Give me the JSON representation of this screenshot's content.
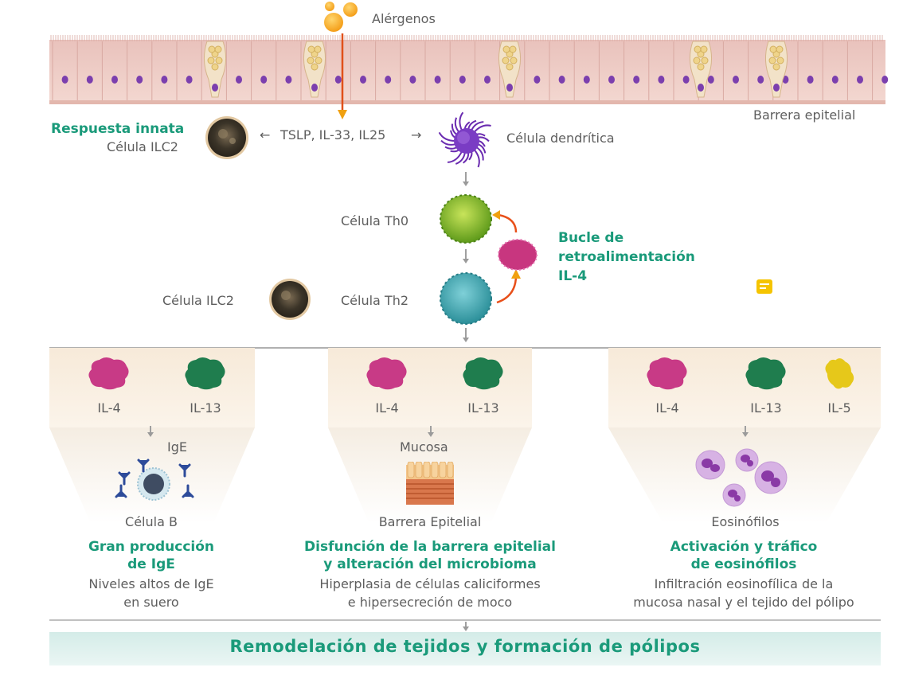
{
  "allergens": "Alérgenos",
  "barrier_label": "Barrera epitelial",
  "innate_title": "Respuesta innata",
  "ilc2_top": "Célula ILC2",
  "cytokines": "TSLP, IL-33, IL25",
  "dendritic": "Célula dendrítica",
  "th0": "Célula Th0",
  "th2": "Célula Th2",
  "ilc2_mid": "Célula ILC2",
  "feedback": [
    "Bucle de",
    "retroalimentación",
    "IL-4"
  ],
  "panels": [
    {
      "cytokines": [
        "IL-4",
        "IL-13"
      ],
      "sub": "IgE",
      "cell": "Célula B",
      "title": [
        "Gran producción",
        "de IgE"
      ],
      "desc": [
        "Niveles altos de IgE",
        "en suero"
      ]
    },
    {
      "cytokines": [
        "IL-4",
        "IL-13"
      ],
      "sub": "Mucosa",
      "cell": "Barrera Epitelial",
      "title": [
        "Disfunción de la barrera epitelial",
        "y alteración del microbioma"
      ],
      "desc": [
        "Hiperplasia de células caliciformes",
        "e hipersecreción de moco"
      ]
    },
    {
      "cytokines": [
        "IL-4",
        "IL-13",
        "IL-5"
      ],
      "sub": "",
      "cell": "Eosinófilos",
      "title": [
        "Activación y tráfico",
        "de eosinófilos"
      ],
      "desc": [
        "Infiltración eosinofílica de la",
        "mucosa nasal y el tejido del pólipo"
      ]
    }
  ],
  "footer": "Remodelación de tejidos y formación de pólipos",
  "colors": {
    "accent_green": "#1a9a7a",
    "il4": "#c83a86",
    "il13": "#1f7d4e",
    "il5": "#e6c81a",
    "arrow": "#e8790f"
  }
}
